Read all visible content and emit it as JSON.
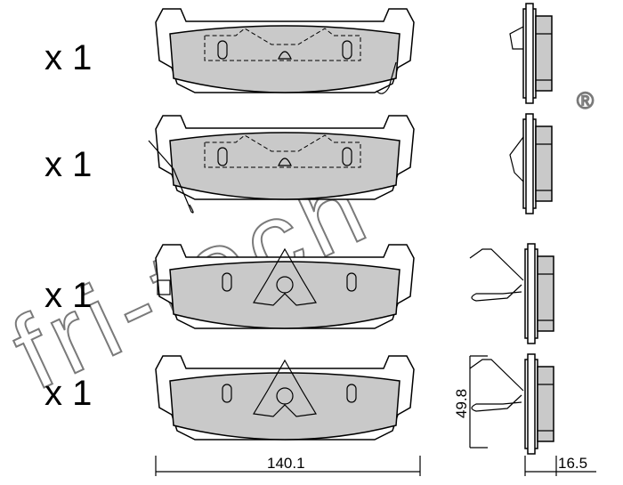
{
  "quantities": [
    "x 1",
    "x 1",
    "x 1",
    "x 1"
  ],
  "dimensions": {
    "width": "140.1",
    "height": "49.8",
    "thickness": "16.5"
  },
  "watermark": {
    "brand": "fri-tech",
    "registered": "®"
  },
  "colors": {
    "friction_material": "#c9c9c9",
    "watermark": "#7a7a7a"
  }
}
